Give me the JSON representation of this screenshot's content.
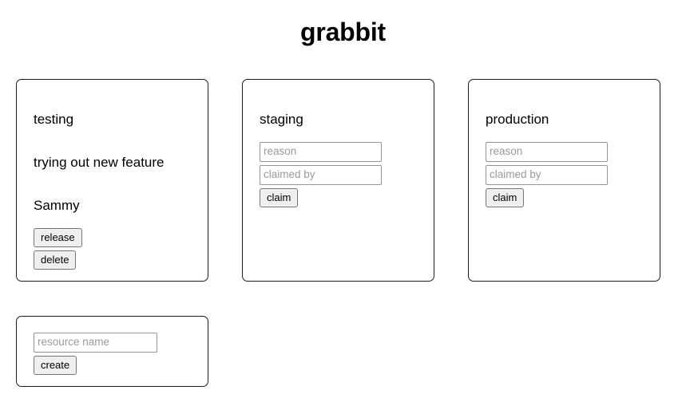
{
  "app": {
    "title": "grabbit"
  },
  "resources": [
    {
      "name": "testing",
      "claimed": true,
      "reason": "trying out new feature",
      "owner": "Sammy",
      "release_label": "release",
      "delete_label": "delete"
    },
    {
      "name": "staging",
      "claimed": false,
      "reason_placeholder": "reason",
      "claimed_by_placeholder": "claimed by",
      "reason_value": "",
      "claimed_by_value": "",
      "claim_label": "claim"
    },
    {
      "name": "production",
      "claimed": false,
      "reason_placeholder": "reason",
      "claimed_by_placeholder": "claimed by",
      "reason_value": "",
      "claimed_by_value": "",
      "claim_label": "claim"
    }
  ],
  "create_card": {
    "resource_name_placeholder": "resource name",
    "resource_name_value": "",
    "create_label": "create"
  },
  "colors": {
    "background": "#ffffff",
    "text": "#000000",
    "card_border": "#1c1c1c",
    "input_border": "#949494",
    "placeholder_text": "#9a9a9a",
    "button_face": "#efefef",
    "button_border": "#767676"
  }
}
